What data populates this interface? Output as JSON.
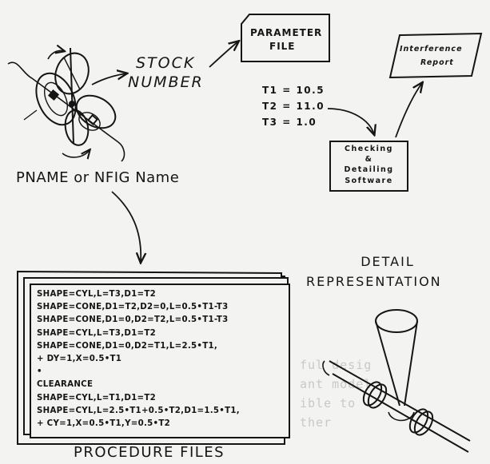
{
  "labels": {
    "stock_number_1": "STOCK",
    "stock_number_2": "NUMBER",
    "pname": "PNAME or NFIG Name",
    "parameter_file_1": "PARAMETER",
    "parameter_file_2": "FILE",
    "interference_report_1": "Interference",
    "interference_report_2": "Report",
    "checking_1": "Checking",
    "checking_2": "&",
    "checking_3": "Detailing",
    "checking_4": "Software",
    "detail_1": "DETAIL",
    "detail_2": "REPRESENTATION",
    "procedure_files": "PROCEDURE FILES"
  },
  "parameters": [
    "T1 = 10.5",
    "T2 = 11.0",
    "T3 =  1.0"
  ],
  "procedure_lines": [
    "SHAPE=CYL,L=T3,D1=T2",
    "SHAPE=CONE,D1=T2,D2=0,L=0.5•T1-T3",
    "SHAPE=CONE,D1=0,D2=T2,L=0.5•T1-T3",
    "SHAPE=CYL,L=T3,D1=T2",
    "SHAPE=CONE,D1=0,D2=T1,L=2.5•T1,",
    "+   DY=1,X=0.5•T1",
    "•",
    "CLEARANCE",
    "SHAPE=CYL,L=T1,D1=T2",
    "SHAPE=CYL,L=2.5•T1+0.5•T2,D1=1.5•T1,",
    "+   CY=1,X=0.5•T1,Y=0.5•T2"
  ],
  "background_text": [
    "ful desig",
    "ant model",
    "ible to",
    "ther"
  ]
}
